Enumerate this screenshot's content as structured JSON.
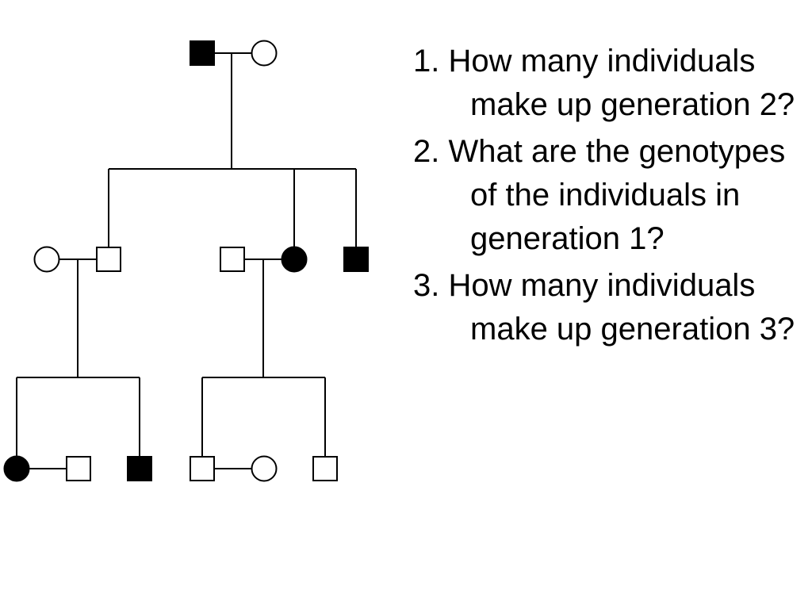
{
  "questions": [
    {
      "number": "1.",
      "text": "How many individuals make up generation 2?"
    },
    {
      "number": "2.",
      "text": "What are the genotypes of the individuals in generation 1?"
    },
    {
      "number": "3.",
      "text": "How many individuals make up generation 3?"
    }
  ],
  "pedigree": {
    "colors": {
      "line": "#000000",
      "affected": "#000000",
      "unaffected": "#ffffff"
    },
    "individuals": [
      {
        "id": "g1-father",
        "sex": "male",
        "affected": true
      },
      {
        "id": "g1-mother",
        "sex": "female",
        "affected": false
      },
      {
        "id": "g2-spouse-female",
        "sex": "female",
        "affected": false
      },
      {
        "id": "g2-son-1",
        "sex": "male",
        "affected": false
      },
      {
        "id": "g2-spouse-male",
        "sex": "male",
        "affected": false
      },
      {
        "id": "g2-daughter",
        "sex": "female",
        "affected": true
      },
      {
        "id": "g2-son-2",
        "sex": "male",
        "affected": true
      },
      {
        "id": "g3-daughter",
        "sex": "female",
        "affected": true
      },
      {
        "id": "g3-spouse-male",
        "sex": "male",
        "affected": false
      },
      {
        "id": "g3-son-1",
        "sex": "male",
        "affected": true
      },
      {
        "id": "g3-son-2",
        "sex": "male",
        "affected": false
      },
      {
        "id": "g3-spouse-female",
        "sex": "female",
        "affected": false
      },
      {
        "id": "g3-son-3",
        "sex": "male",
        "affected": false
      }
    ]
  }
}
